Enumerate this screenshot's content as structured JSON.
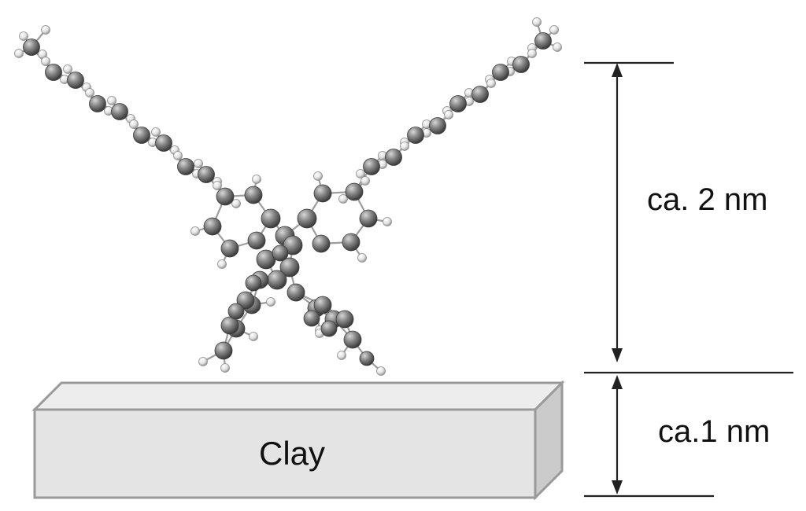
{
  "labels": {
    "clay": "Clay",
    "height_top": "ca. 2 nm",
    "height_bottom": "ca.1 nm"
  },
  "colors": {
    "clay_front": "#e4e4e4",
    "clay_top": "#ededed",
    "clay_side": "#cbcbcb",
    "clay_edge": "#9a9a9a",
    "carbon": "#8a8a8a",
    "hydrogen": "#e6e6e6",
    "bond": "#9d9d9d",
    "line": "#222222"
  },
  "molecule_icon": "adsorbed-molecule-ball-and-stick"
}
